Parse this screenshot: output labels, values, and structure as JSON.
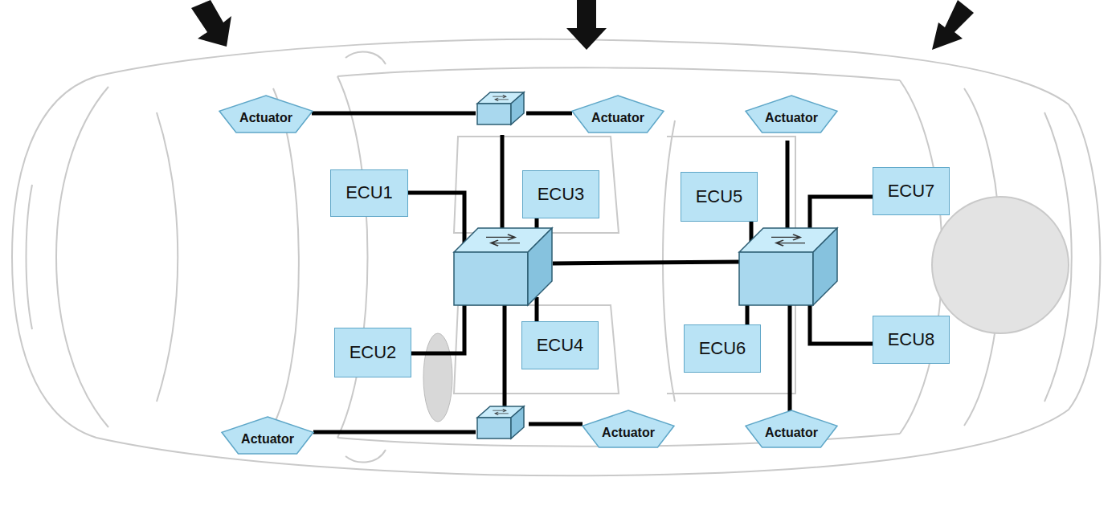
{
  "diagram": {
    "nodes": [
      {
        "text": [
          "Actuator"
        ]
      },
      {
        "text": [
          "Actuator"
        ]
      },
      {
        "text": [
          "Actuator"
        ]
      },
      {
        "text": [
          "ECU1"
        ]
      },
      {
        "text": [
          "ECU3"
        ]
      },
      {
        "text": [
          "ECU5"
        ]
      },
      {
        "text": [
          "ECU7"
        ]
      },
      {
        "text": [
          "ECU2"
        ]
      },
      {
        "text": [
          "ECU4"
        ]
      },
      {
        "text": [
          "ECU6"
        ]
      },
      {
        "text": [
          "ECU8"
        ]
      },
      {
        "text": [
          "Actuator"
        ]
      },
      {
        "text": [
          "Actuator"
        ]
      },
      {
        "text": [
          "Actuator"
        ]
      }
    ]
  }
}
